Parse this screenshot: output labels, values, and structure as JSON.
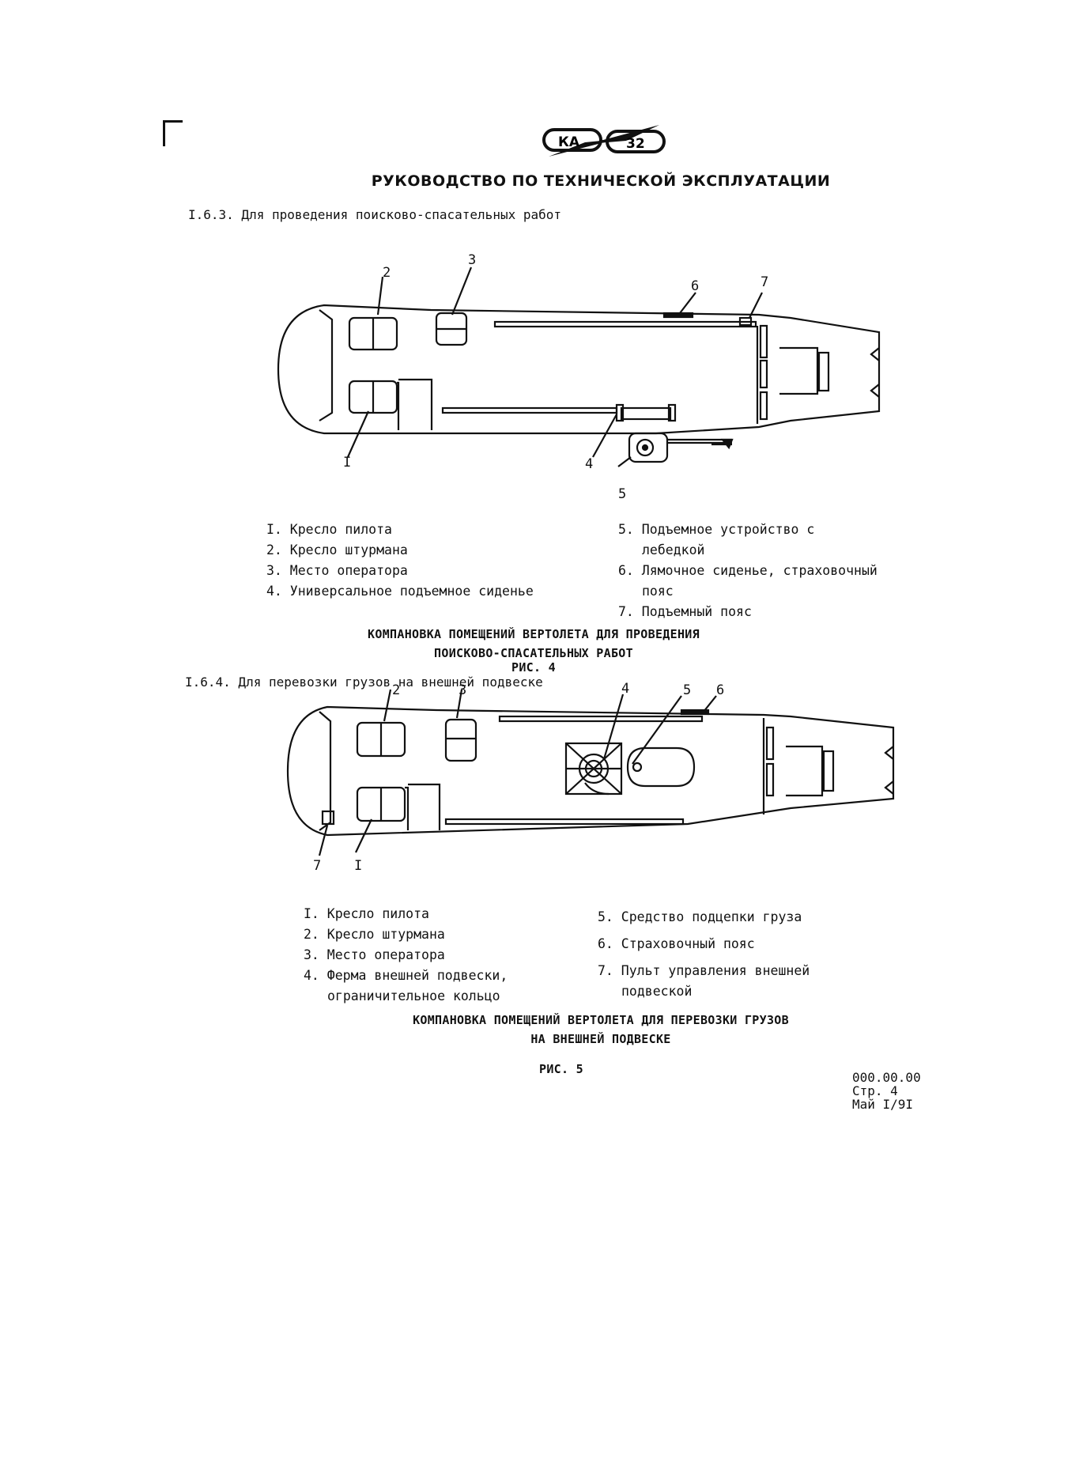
{
  "header": {
    "logo_text_left": "КА",
    "logo_text_right": "32",
    "title": "РУКОВОДСТВО ПО ТЕХНИЧЕСКОЙ ЭКСПЛУАТАЦИИ"
  },
  "section1": {
    "heading": "I.6.3. Для проведения поисково-спасательных работ",
    "callouts": [
      "I",
      "2",
      "3",
      "4",
      "5",
      "6",
      "7"
    ],
    "legend_left": [
      "I. Кресло пилота",
      "2. Кресло штурмана",
      "3. Место оператора",
      "4. Универсальное подъемное сиденье"
    ],
    "legend_right": [
      "5. Подъемное устройство с",
      "лебедкой",
      "6. Лямочное сиденье, страховочный",
      "пояс",
      "7. Подъемный пояс"
    ],
    "caption_line1": "КОМПАНОВКА ПОМЕЩЕНИЙ ВЕРТОЛЕТА ДЛЯ ПРОВЕДЕНИЯ",
    "caption_line2": "ПОИСКОВО-СПАСАТЕЛЬНЫХ РАБОТ",
    "figure": "РИС. 4"
  },
  "section2": {
    "heading": "I.6.4. Для перевозки грузов на внешней подвеске",
    "callouts": [
      "I",
      "2",
      "3",
      "4",
      "5",
      "6",
      "7"
    ],
    "legend_left": [
      "I. Кресло пилота",
      "2. Кресло штурмана",
      "3. Место оператора",
      "4. Ферма внешней подвески,",
      "ограничительное кольцо"
    ],
    "legend_right": [
      "5. Средство подцепки груза",
      "6. Страховочный пояс",
      "7. Пульт управления внешней",
      "подвеской"
    ],
    "caption_line1": "КОМПАНОВКА ПОМЕЩЕНИЙ ВЕРТОЛЕТА ДЛЯ ПЕРЕВОЗКИ ГРУЗОВ",
    "caption_line2": "НА ВНЕШНЕЙ ПОДВЕСКЕ",
    "figure": "РИС. 5"
  },
  "footer": {
    "doc_number": "000.00.00",
    "page": "Стр. 4",
    "date": "Май I/9I"
  }
}
